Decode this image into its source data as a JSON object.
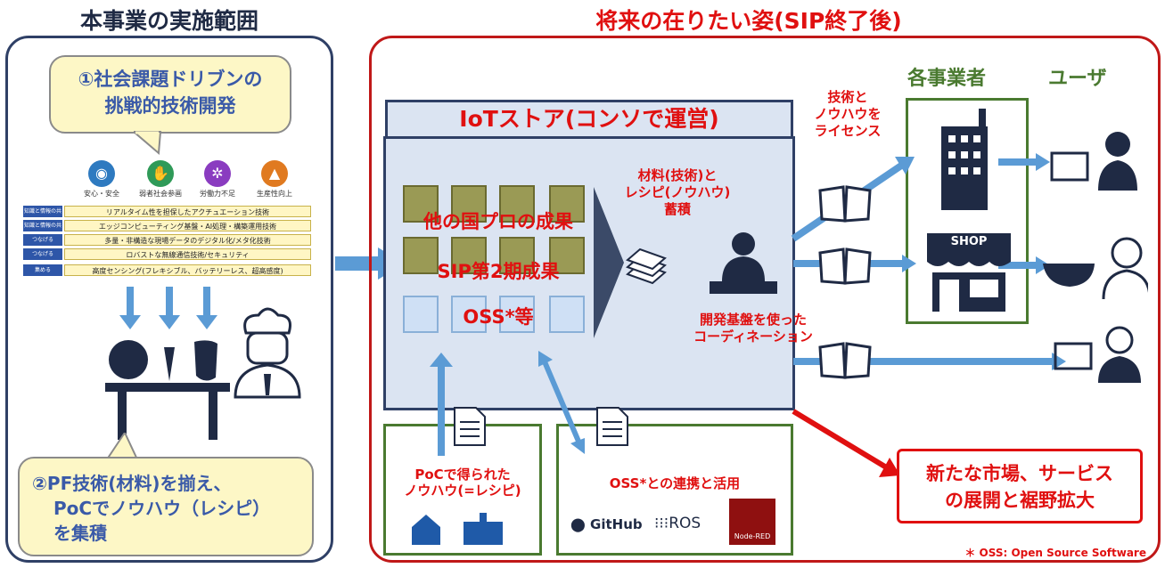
{
  "left": {
    "title": "本事業の実施範囲",
    "bubble1": [
      "①社会課題ドリブンの",
      "挑戦的技術開発"
    ],
    "categories": [
      "安心・安全",
      "弱者社会参画",
      "労働力不足",
      "生産性向上"
    ],
    "bars": [
      {
        "label": "知識と情報の共有",
        "text": "リアルタイム性を担保したアクチュエーション技術"
      },
      {
        "label": "知識と情報の共有",
        "text": "エッジコンピューティング基盤・AI処理・構築運用技術"
      },
      {
        "label": "つなげる",
        "text": "多量・非構造な現場データのデジタル化/メタ化技術"
      },
      {
        "label": "つなげる",
        "text": "ロバストな無線通信技術/セキュリティ"
      },
      {
        "label": "集める",
        "text": "高度センシング(フレキシブル、バッテリーレス、超高感度)"
      }
    ],
    "bubble2": [
      "②PF技術(材料)を揃え、",
      "PoCでノウハウ（レシピ）",
      "を集積"
    ]
  },
  "right": {
    "title": "将来の在りたい姿(SIP終了後)",
    "store_title": "IoTストア(コンソで運営)",
    "cube_labels": [
      "他の国プロの成果",
      "SIP第2期成果",
      "OSS*等"
    ],
    "materials": [
      "材料(技術)と",
      "レシピ(ノウハウ)",
      "蓄積"
    ],
    "coordination": [
      "開発基盤を使った",
      "コーディネーション"
    ],
    "license": [
      "技術と",
      "ノウハウを",
      "ライセンス"
    ],
    "operators": "各事業者",
    "users": "ユーザ",
    "shop_sign": "SHOP",
    "poc": [
      "PoCで得られた",
      "ノウハウ(=レシピ)"
    ],
    "oss": "OSS*との連携と活用",
    "logos": [
      "GitHub",
      "ROS",
      "Node-RED"
    ],
    "new_market": [
      "新たな市場、サービス",
      "の展開と裾野拡大"
    ],
    "footnote": "＊ OSS: Open Source Software"
  }
}
